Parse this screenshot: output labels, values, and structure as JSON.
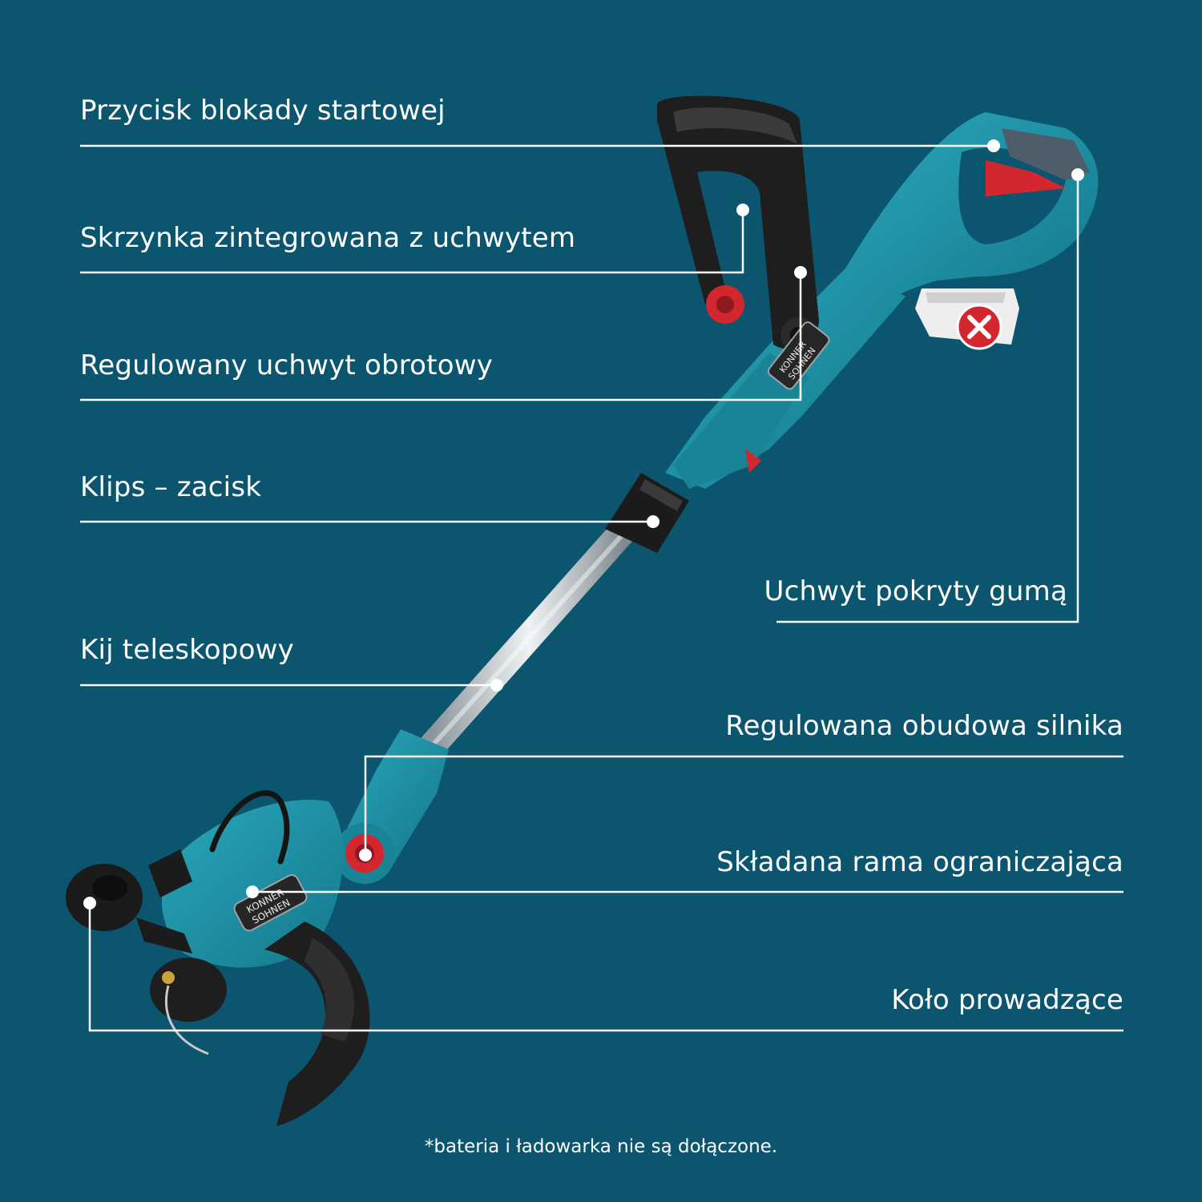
{
  "callouts": {
    "start_lock_button": "Przycisk blokady startowej",
    "handle_box": "Skrzynka zintegrowana z uchwytem",
    "rotating_handle": "Regulowany uchwyt obrotowy",
    "clip_clamp": "Klips – zacisk",
    "telescopic_pole": "Kij teleskopowy",
    "rubber_grip": "Uchwyt pokryty gumą",
    "motor_housing": "Regulowana obudowa silnika",
    "folding_guard": "Składana rama ograniczająca",
    "guide_wheel": "Koło prowadzące"
  },
  "brand": {
    "line1": "KONNER",
    "line2": "SOHNEN"
  },
  "footnote": "*bateria i ładowarka nie są dołączone.",
  "colors": {
    "background": "#0b556f",
    "body_teal": "#1f8fa3",
    "accent_red": "#d4262e",
    "black_parts": "#1e1e1e",
    "battery_white": "#eeeeee"
  },
  "icons": {
    "battery_excluded": "red-x-circle-icon"
  }
}
